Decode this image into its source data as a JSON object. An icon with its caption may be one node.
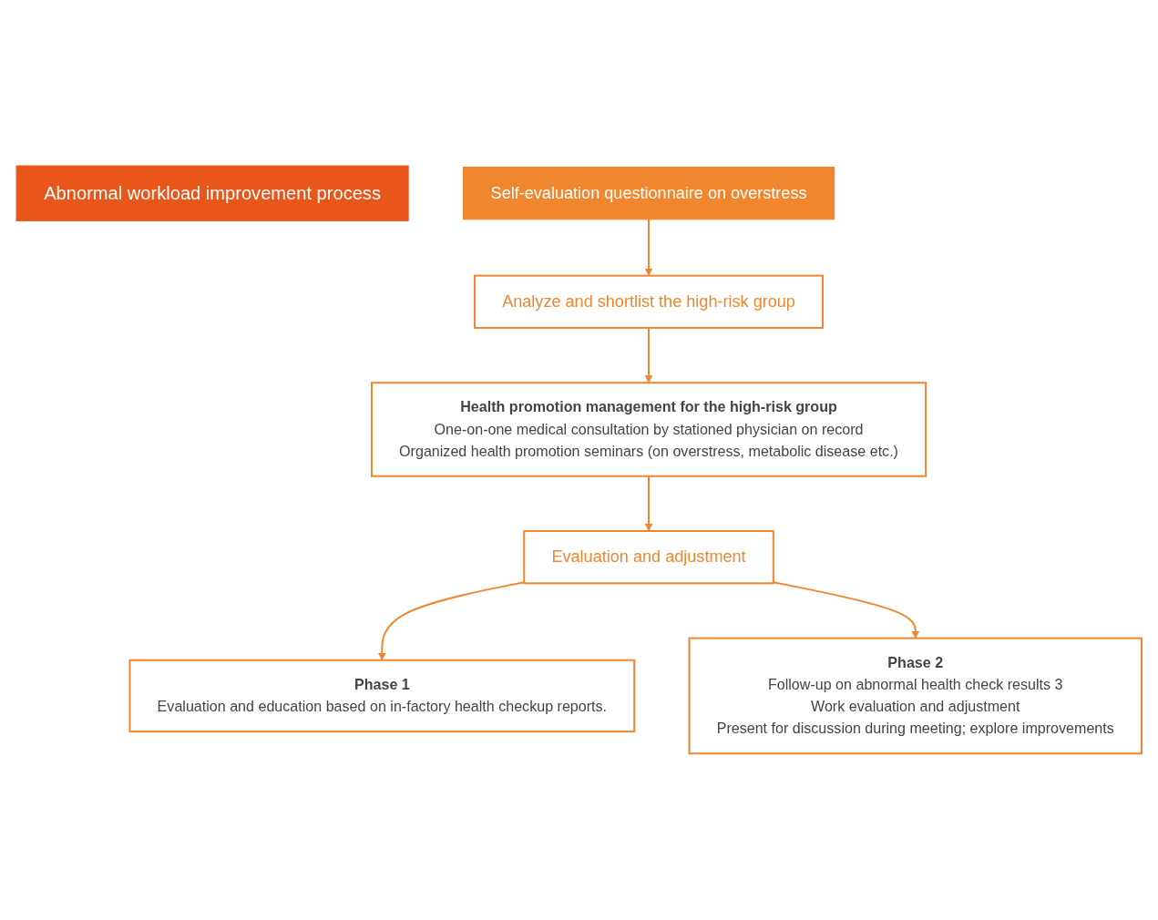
{
  "diagram": {
    "nodes": [
      {
        "text": [
          "Abnormal workload improvement process"
        ]
      },
      {
        "text": [
          "Self-evaluation questionnaire on overstress"
        ]
      },
      {
        "text": [
          "Analyze and shortlist the high-risk group"
        ]
      },
      {
        "text": [
          "Health promotion management for the high-risk group",
          "One-on-one medical consultation by stationed physician on record",
          "Organized health promotion seminars (on overstress, metabolic disease etc.)"
        ]
      },
      {
        "text": [
          "Evaluation and adjustment"
        ]
      },
      {
        "text": [
          "Phase 1",
          "Evaluation and education based on in-factory health checkup reports."
        ]
      },
      {
        "text": [
          "Phase 2",
          "Follow-up on abnormal health check results 3",
          "Work evaluation and adjustment",
          "Present for discussion during meeting; explore improvements"
        ]
      }
    ],
    "edges": [
      {
        "from": 1,
        "to": 2,
        "arrow": "to"
      },
      {
        "from": 2,
        "to": 3,
        "arrow": "to"
      },
      {
        "from": 3,
        "to": 4,
        "arrow": "to"
      },
      {
        "from": 4,
        "to": 5,
        "arrow": "to"
      },
      {
        "from": 4,
        "to": 6,
        "arrow": "to"
      }
    ]
  }
}
